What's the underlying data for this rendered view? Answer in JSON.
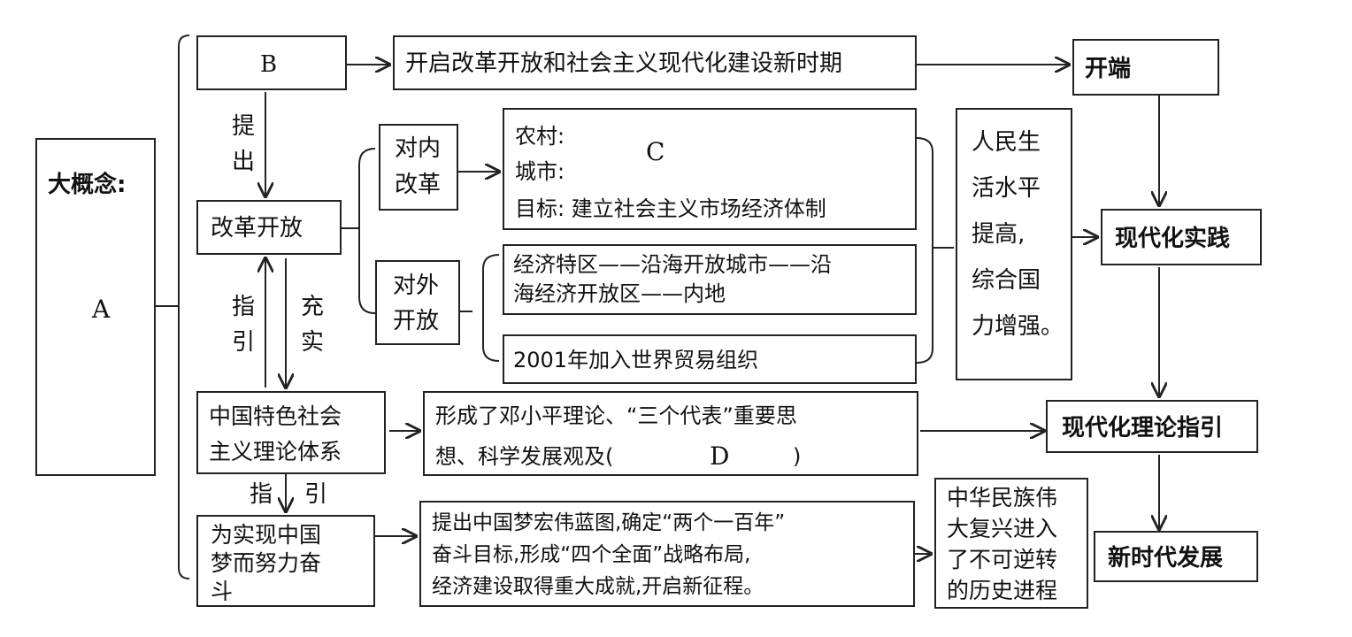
{
  "big_concept": {
    "label": "大概念:",
    "value": "A"
  },
  "nodes": {
    "b": "B",
    "b_result": "开启改革开放和社会主义现代化建设新时期",
    "start": "开端",
    "propose": [
      "提",
      "出"
    ],
    "reform": "改革开放",
    "internal": [
      "对内",
      "改革"
    ],
    "internal_detail": {
      "rural": "农村:",
      "urban": "城市:",
      "c": "C",
      "goal": "目标: 建立社会主义市场经济体制"
    },
    "external": [
      "对外",
      "开放"
    ],
    "external_detail_1": [
      "经济特区——沿海开放城市——沿",
      "海经济开放区——内地"
    ],
    "external_detail_2": "2001年加入世界贸易组织",
    "people_life": [
      "人民生",
      "活水平",
      "提高,",
      "综合国",
      "力增强。"
    ],
    "modern_practice": "现代化实践",
    "guide_up": [
      "指",
      "引"
    ],
    "enrich": [
      "充",
      "实"
    ],
    "theory_system": [
      "中国特色社会",
      "主义理论体系"
    ],
    "theory_formed": {
      "line1": "形成了邓小平理论、“三个代表”重要思",
      "line2": "想、科学发展观及(",
      "d": "D",
      "close": ")"
    },
    "modern_theory": "现代化理论指引",
    "guide_down": [
      "指",
      "引"
    ],
    "dream_struggle": [
      "为实现中国",
      "梦而努力奋",
      "斗"
    ],
    "dream_detail": [
      "提出中国梦宏伟蓝图,确定“两个一百年”",
      "奋斗目标,形成“四个全面”战略布局,",
      "经济建设取得重大成就,开启新征程。"
    ],
    "rejuvenation": [
      "中华民族伟",
      "大复兴进入",
      "了不可逆转",
      "的历史进程"
    ],
    "new_era": "新时代发展"
  }
}
